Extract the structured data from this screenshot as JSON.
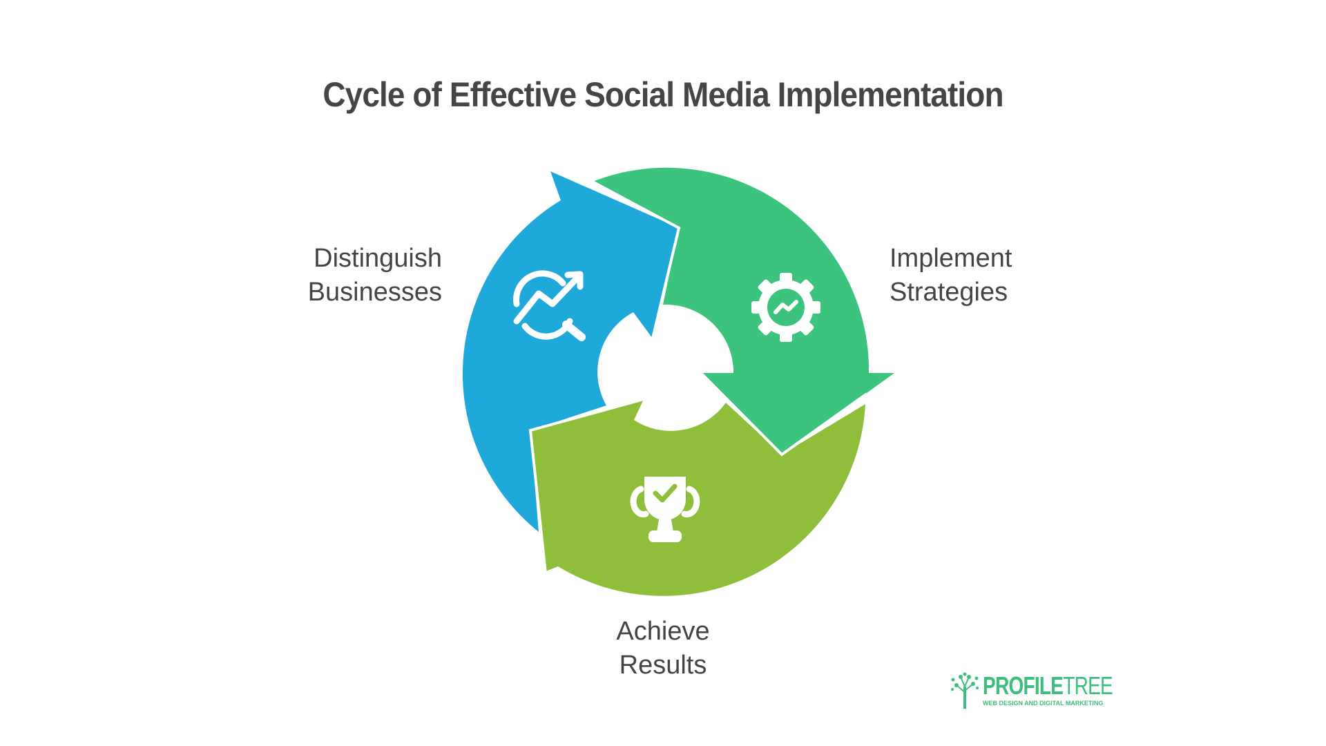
{
  "title": "Cycle of Effective Social Media Implementation",
  "stages": [
    {
      "id": "distinguish",
      "line1": "Distinguish",
      "line2": "Businesses",
      "color": "#1FA8DA",
      "icon": "analytics-search-icon"
    },
    {
      "id": "implement",
      "line1": "Implement",
      "line2": "Strategies",
      "color": "#3CC47F",
      "icon": "gear-chart-icon"
    },
    {
      "id": "achieve",
      "line1": "Achieve",
      "line2": "Results",
      "color": "#8FBE3A",
      "icon": "trophy-check-icon"
    }
  ],
  "logo": {
    "word_bold": "PROFILE",
    "word_light": "TREE",
    "tagline": "WEB DESIGN AND DIGITAL MARKETING",
    "color": "#3CBF7A"
  }
}
